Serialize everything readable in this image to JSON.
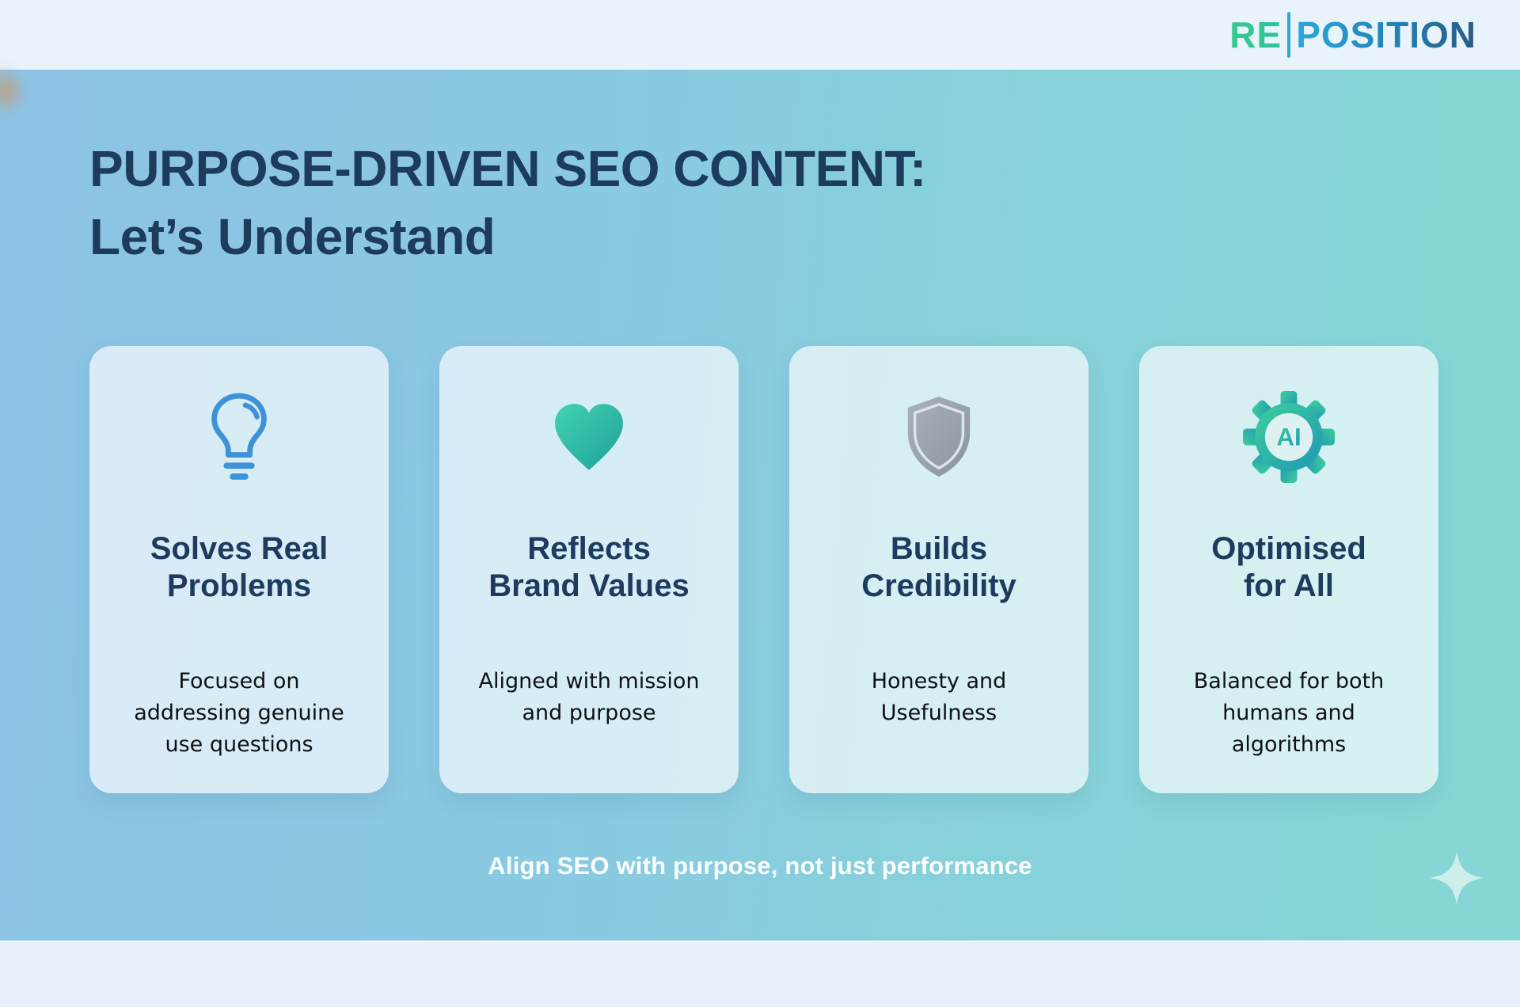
{
  "logo": {
    "part1": "RE",
    "part2": "POSITION"
  },
  "title": {
    "line1": "PURPOSE-DRIVEN SEO CONTENT:",
    "line2": "Let’s Understand"
  },
  "cards": [
    {
      "icon": "lightbulb-icon",
      "title": "Solves Real\nProblems",
      "description": "Focused on\naddressing genuine\nuse questions"
    },
    {
      "icon": "heart-icon",
      "title": "Reflects\nBrand Values",
      "description": "Aligned with mission\nand purpose"
    },
    {
      "icon": "shield-icon",
      "title": "Builds\nCredibility",
      "description": "Honesty and\nUsefulness"
    },
    {
      "icon": "ai-gear-icon",
      "icon_label": "AI",
      "title": "Optimised\nfor All",
      "description": "Balanced for both\nhumans and\nalgorithms"
    }
  ],
  "tagline": "Align SEO with purpose, not just performance",
  "colors": {
    "header_footer_strip": "#e9f3fc",
    "background_blue": "#8dc3e5",
    "background_teal": "#85d7d4",
    "title_navy": "#1d3b5d",
    "card_background": "rgba(255,255,255,0.66)",
    "logo_green": "#35c98c",
    "logo_blue": "#2aa7dd",
    "logo_dark_blue": "#2a5b84",
    "lightbulb_blue": "#3e93d8",
    "heart_teal_light": "#42d3b2",
    "heart_teal_dark": "#1fa09a",
    "shield_gray_light": "#a9b2ba",
    "shield_gray_dark": "#8b959e",
    "gear_green": "#3ecf9b",
    "gear_blue": "#1f97b5",
    "tagline_white": "#ffffff",
    "sparkle": "#d6f1ee"
  }
}
